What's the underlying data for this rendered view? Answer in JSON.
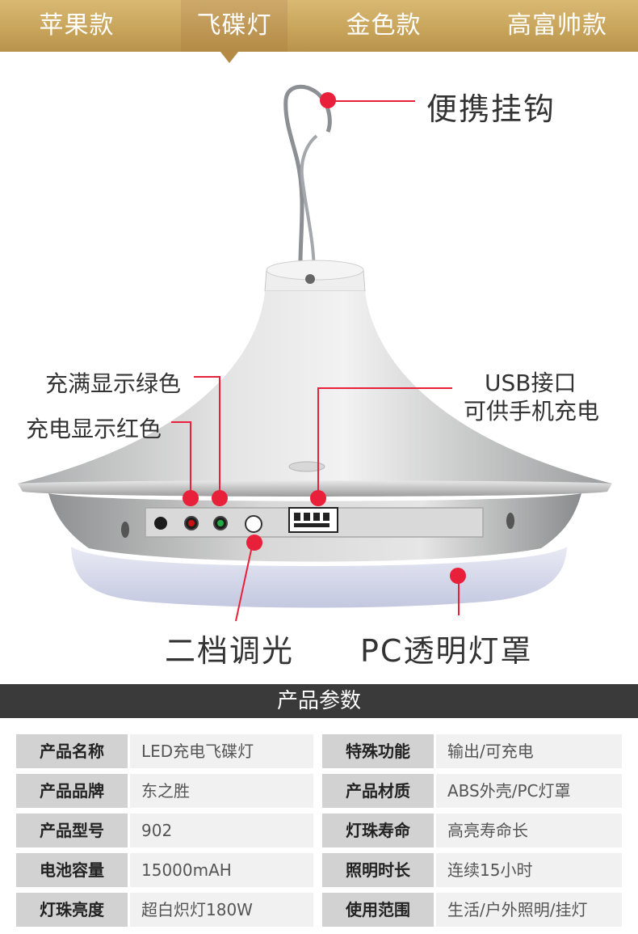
{
  "tabs": [
    {
      "label": "苹果款"
    },
    {
      "label": "飞碟灯"
    },
    {
      "label": "金色款"
    },
    {
      "label": "高富帅款"
    }
  ],
  "callouts": {
    "hook": "便携挂钩",
    "charged_green": "充满显示绿色",
    "charging_red": "充电显示红色",
    "usb_line1": "USB接口",
    "usb_line2": "可供手机充电",
    "dimmer": "二档调光",
    "cover": "PC透明灯罩"
  },
  "colors": {
    "accent_gold": "#c9a55c",
    "marker_red": "#e8203a",
    "led_red": "#d11",
    "led_green": "#1a3"
  },
  "params": {
    "title": "产品参数",
    "rows": [
      {
        "l1": "产品名称",
        "v1": "LED充电飞碟灯",
        "l2": "特殊功能",
        "v2": "输出/可充电"
      },
      {
        "l1": "产品品牌",
        "v1": "东之胜",
        "l2": "产品材质",
        "v2": "ABS外壳/PC灯罩"
      },
      {
        "l1": "产品型号",
        "v1": "902",
        "l2": "灯珠寿命",
        "v2": "高亮寿命长"
      },
      {
        "l1": "电池容量",
        "v1": "15000mAH",
        "l2": "照明时长",
        "v2": "连续15小时"
      },
      {
        "l1": "灯珠亮度",
        "v1": "超白炽灯180W",
        "l2": "使用范围",
        "v2": "生活/户外照明/挂灯"
      }
    ]
  }
}
